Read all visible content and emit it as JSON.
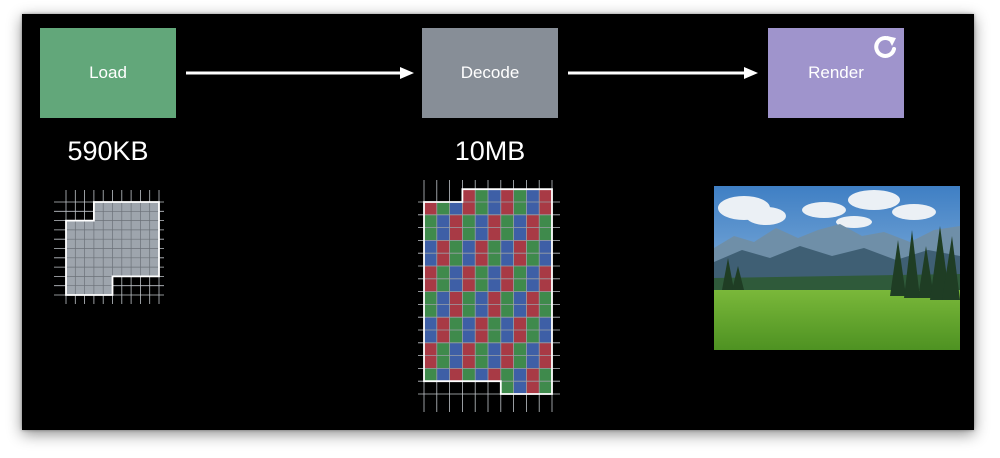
{
  "slide": {
    "stages": [
      {
        "id": "load",
        "label": "Load",
        "color": "#62a77a"
      },
      {
        "id": "decode",
        "label": "Decode",
        "color": "#878e97"
      },
      {
        "id": "render",
        "label": "Render",
        "color": "#9f94cc"
      }
    ],
    "sizes": {
      "load": "590KB",
      "decode": "10MB"
    },
    "icons": {
      "render_badge": "refresh-icon"
    },
    "colors": {
      "grid_fill": "#9ea5ad",
      "pixel_red": "#a83a45",
      "pixel_green": "#3f8a4c",
      "pixel_blue": "#3e5fa6"
    }
  }
}
